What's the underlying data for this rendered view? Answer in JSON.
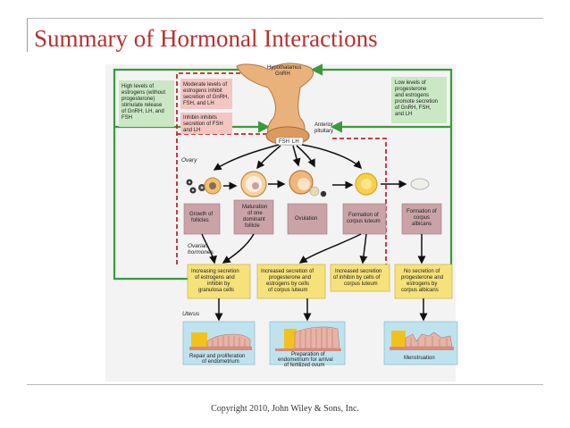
{
  "slide": {
    "title": "Summary of Hormonal Interactions",
    "footer": "Copyright 2010, John Wiley & Sons, Inc."
  },
  "diagram": {
    "hypothalamus": [
      "Hypothalamus",
      "GnRH"
    ],
    "anterior_pituitary": [
      "Anterior",
      "pituitary"
    ],
    "fsh": "FSH",
    "lh": "LH",
    "ovary_label": "Ovary",
    "ovarian_hormones": [
      "Ovarian",
      "hormones"
    ],
    "uterus_label": "Uterus",
    "green_left": [
      "High levels of",
      "estrogens (without",
      "progesterone)",
      "stimulate release",
      "of GnRH, LH, and",
      "FSH"
    ],
    "green_right": [
      "Low levels of",
      "progesterone",
      "and estrogens",
      "promote secretion",
      "of GnRH, FSH,",
      "and LH"
    ],
    "pink_top": [
      "Moderate levels of",
      "estrogens inhibit",
      "secretion of GnRH,",
      "FSH, and LH"
    ],
    "pink_bottom": [
      "Inhibin inhibits",
      "secretion of FSH",
      "and LH"
    ],
    "stages": [
      [
        "Growth of",
        "follicles"
      ],
      [
        "Maturation",
        "of one",
        "dominant",
        "follicle"
      ],
      [
        "Ovulation"
      ],
      [
        "Formation of",
        "corpus luteum"
      ],
      [
        "Formation of",
        "corpus",
        "albicans"
      ]
    ],
    "secretions": [
      [
        "Increasing secretion",
        "of estrogens and",
        "inhibin by",
        "granulosa cells"
      ],
      [
        "Increased secretion of",
        "progesterone and",
        "estrogens by cells",
        "of corpus luteum"
      ],
      [
        "Increased secretion",
        "of inhibin by cells of",
        "corpus luteum"
      ],
      [
        "No secretion of",
        "progesterone and",
        "estrogens by",
        "corpus albicans"
      ]
    ],
    "uterus": [
      [
        "Repair and proliferation",
        "of endometrium"
      ],
      [
        "Preparation of",
        "endometrium for arrival",
        "of fertilized ovum"
      ],
      [
        "Menstruation"
      ]
    ]
  },
  "colors": {
    "title": "#b8312f",
    "feedback_green": "#3a9a3a",
    "inhibit_red": "#c0272d",
    "hormone_yellow": "#f6e27a",
    "stage_mauve": "#c9a3a6",
    "uterus_cyan": "#bfe3ee"
  }
}
